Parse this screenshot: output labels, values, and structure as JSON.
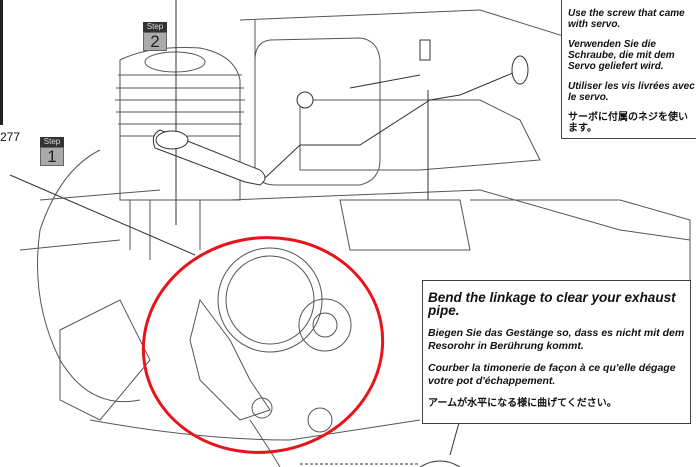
{
  "part_number": "277",
  "steps": [
    {
      "tag": "Step",
      "number": "1"
    },
    {
      "tag": "Step",
      "number": "2"
    }
  ],
  "servo_screw_note": {
    "en": "Use the screw that came with servo.",
    "de": "Verwenden Sie die Schraube, die mit dem Servo geliefert wird.",
    "fr": "Utiliser les vis livrées avec le servo.",
    "ja": "サーボに付属のネジを使います。"
  },
  "linkage_note": {
    "en": "Bend the linkage to clear your exhaust pipe.",
    "de": "Biegen Sie das Gestänge so, dass es nicht mit dem Resorohr in Berührung kommt.",
    "fr": "Courber la timonerie de façon à ce qu'elle dégage votre pot d'échappement.",
    "ja": "アームが水平になる様に曲げてください。"
  },
  "colors": {
    "highlight": "#e8141c",
    "line": "#555555"
  }
}
